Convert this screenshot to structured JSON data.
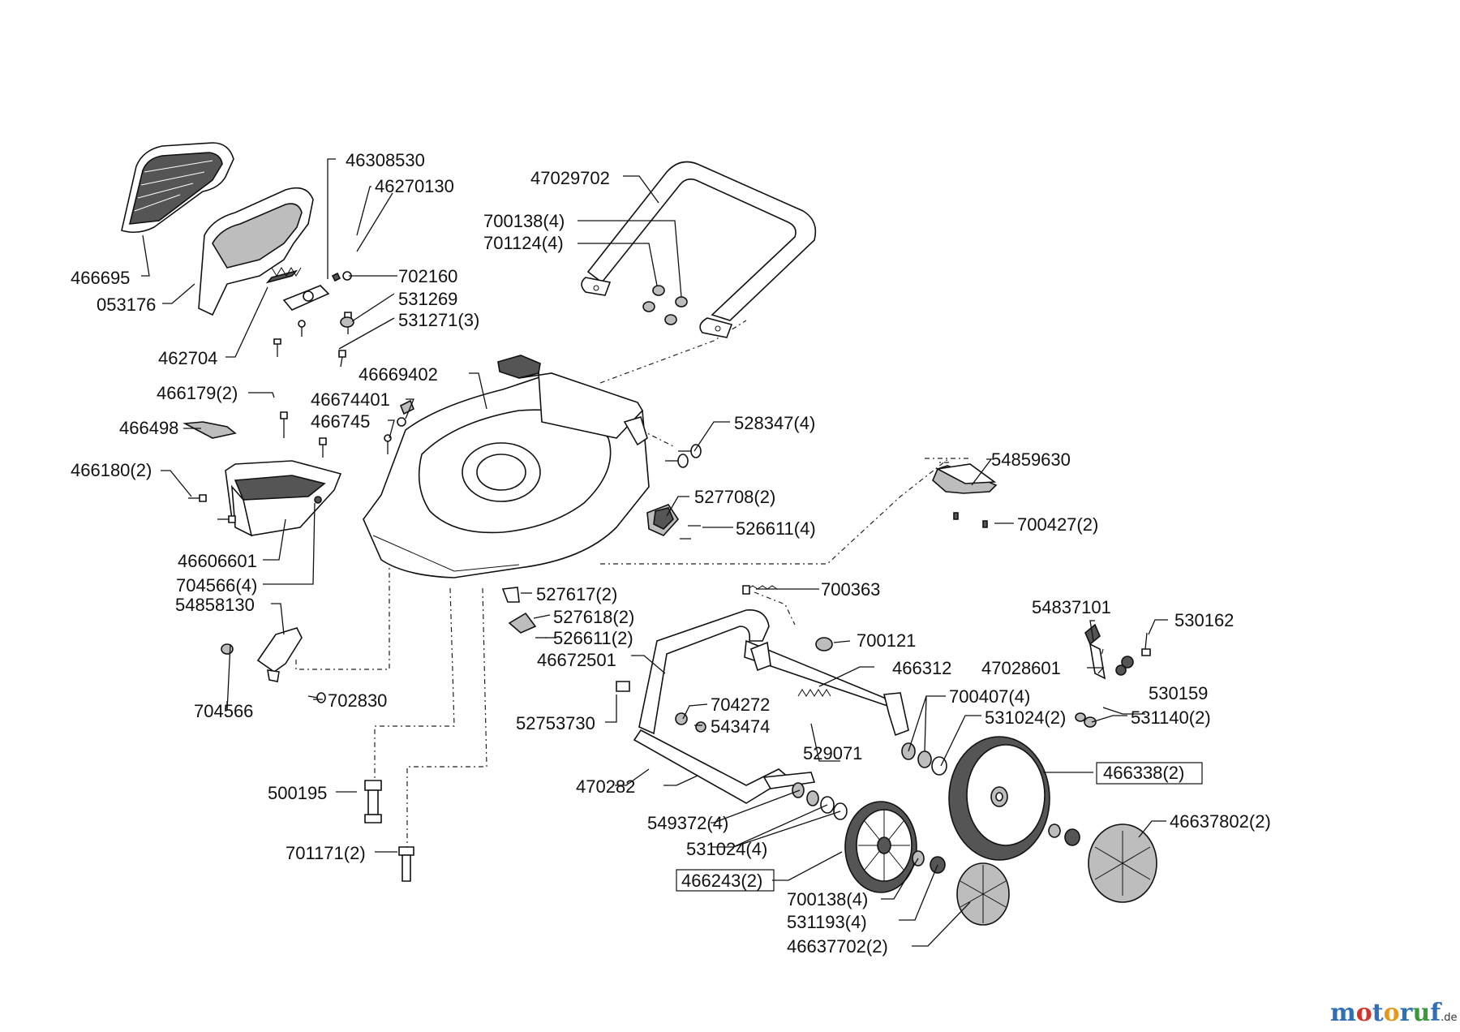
{
  "watermark": {
    "letters": [
      "m",
      "o",
      "t",
      "o",
      "r",
      "u",
      "f"
    ],
    "letter_colors": [
      "#2f6fb7",
      "#d3342b",
      "#2f6fb7",
      "#e39a1c",
      "#2f6fb7",
      "#3a9a3a",
      "#2f6fb7"
    ],
    "suffix": ".de"
  },
  "labels": {
    "p46308530": "46308530",
    "p46270130": "46270130",
    "p47029702": "47029702",
    "p700138_4_top": "700138(4)",
    "p701124_4": "701124(4)",
    "p466695": "466695",
    "p702160": "702160",
    "p053176": "053176",
    "p531269": "531269",
    "p531271_3": "531271(3)",
    "p462704": "462704",
    "p46669402": "46669402",
    "p466179_2": "466179(2)",
    "p46674401": "46674401",
    "p466745": "466745",
    "p528347_4": "528347(4)",
    "p466498": "466498",
    "p54859630": "54859630",
    "p466180_2": "466180(2)",
    "p527708_2": "527708(2)",
    "p526611_4": "526611(4)",
    "p700427_2": "700427(2)",
    "p46606601": "46606601",
    "p704566_4": "704566(4)",
    "p527617_2": "527617(2)",
    "p700363": "700363",
    "p54858130": "54858130",
    "p527618_2": "527618(2)",
    "p54837101": "54837101",
    "p530162": "530162",
    "p526611_2": "526611(2)",
    "p700121": "700121",
    "p46672501": "46672501",
    "p466312": "466312",
    "p47028601": "47028601",
    "p704566": "704566",
    "p702830": "702830",
    "p704272": "704272",
    "p700407_4": "700407(4)",
    "p530159": "530159",
    "p52753730": "52753730",
    "p543474": "543474",
    "p531024_2": "531024(2)",
    "p531140_2": "531140(2)",
    "p529071": "529071",
    "p466338_2": "466338(2)",
    "p500195": "500195",
    "p470282": "470282",
    "p549372_4": "549372(4)",
    "p46637802_2": "46637802(2)",
    "p531024_4": "531024(4)",
    "p701171_2": "701171(2)",
    "p466243_2": "466243(2)",
    "p700138_4_bottom": "700138(4)",
    "p531193_4": "531193(4)",
    "p46637702_2": "46637702(2)"
  }
}
